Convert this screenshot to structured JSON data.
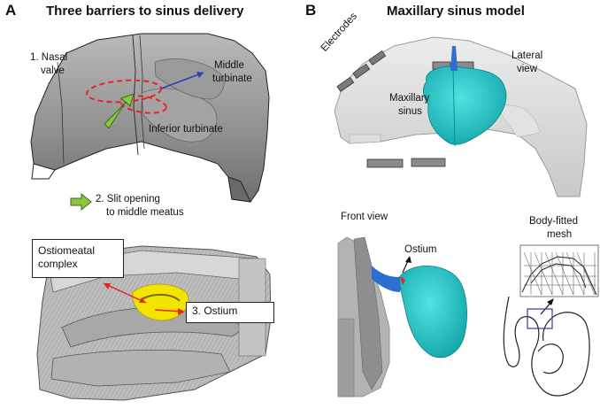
{
  "panel_a": {
    "letter": "A",
    "title": "Three barriers to sinus delivery",
    "labels": {
      "nasal_valve_line1": "1. Nasal",
      "nasal_valve_line2": "valve",
      "middle_turbinate_line1": "Middle",
      "middle_turbinate_line2": "turbinate",
      "inferior_turbinate": "Inferior turbinate",
      "slit_line1": "2. Slit opening",
      "slit_line2": "to middle meatus",
      "ostiomeatal_line1": "Ostiomeatal",
      "ostiomeatal_line2": "complex",
      "ostium": "3. Ostium"
    }
  },
  "panel_b": {
    "letter": "B",
    "title": "Maxillary sinus model",
    "labels": {
      "electrodes": "Electrodes",
      "lateral_line1": "Lateral",
      "lateral_line2": "view",
      "maxillary_line1": "Maxillary",
      "maxillary_line2": "sinus",
      "front_view": "Front view",
      "ostium": "Ostium",
      "body_fitted_line1": "Body-fitted",
      "body_fitted_line2": "mesh"
    }
  },
  "colors": {
    "sinus_cyan": "#1fc4c4",
    "highlight_red": "#e8232a",
    "arrow_green": "#8dc63f",
    "arrow_blue": "#2b3db8",
    "yellow": "#f2e400",
    "mesh_blue": "#3a3aa0"
  }
}
